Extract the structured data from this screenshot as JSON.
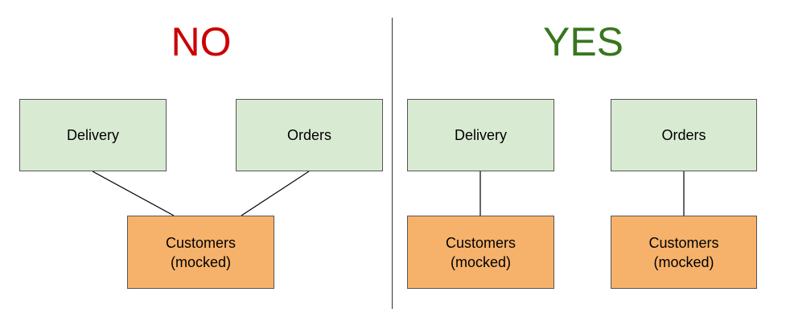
{
  "left_panel": {
    "heading": "NO",
    "boxes": {
      "delivery": "Delivery",
      "orders": "Orders",
      "customers_line1": "Customers",
      "customers_line2": "(mocked)"
    }
  },
  "right_panel": {
    "heading": "YES",
    "boxes": {
      "delivery": "Delivery",
      "orders": "Orders",
      "customers_a_line1": "Customers",
      "customers_a_line2": "(mocked)",
      "customers_b_line1": "Customers",
      "customers_b_line2": "(mocked)"
    }
  },
  "colors": {
    "no": "#cc0000",
    "yes": "#38761d",
    "service_box": "#d9ead3",
    "mocked_box": "#f6b26b"
  }
}
